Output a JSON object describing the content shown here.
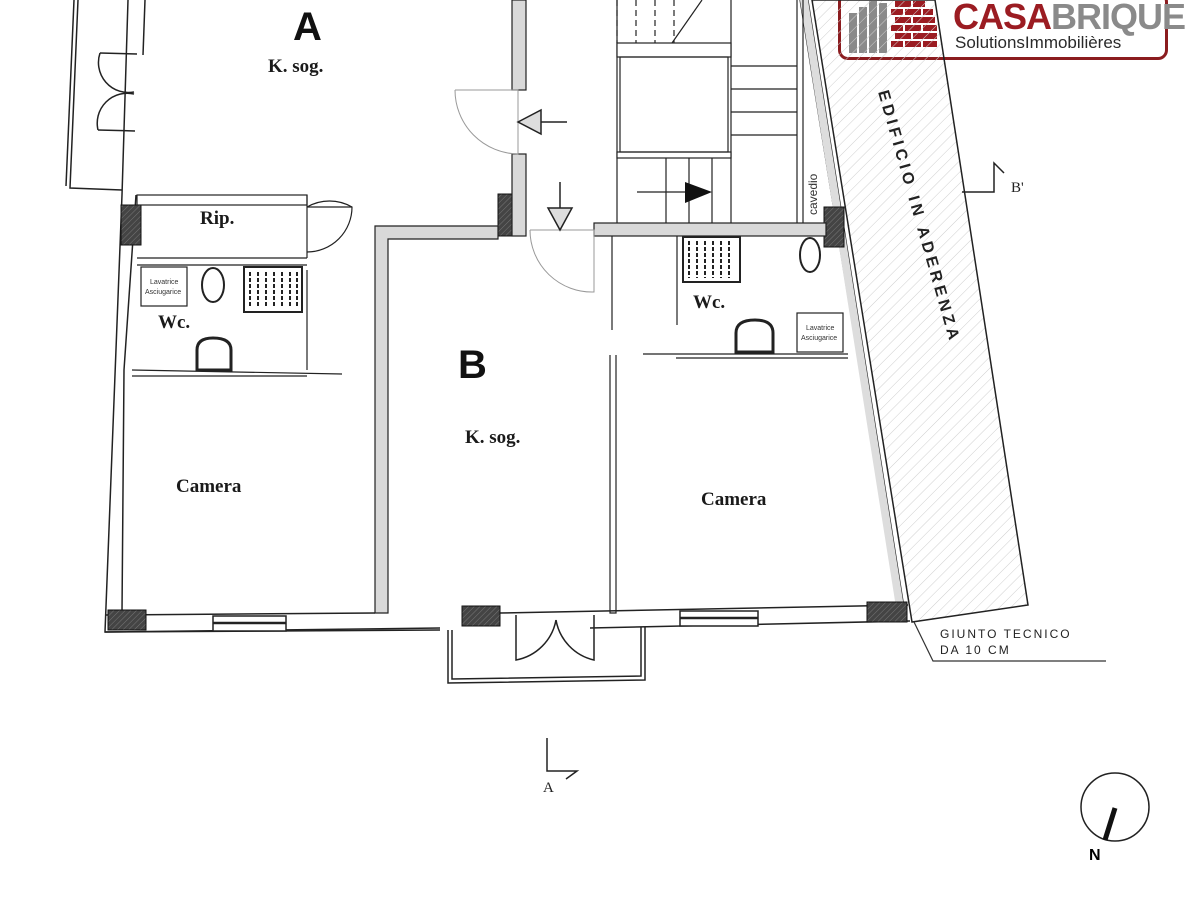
{
  "logo": {
    "brand_part1": "CASA",
    "brand_part2": "BRIQUE",
    "tagline": "SolutionsImmobilières",
    "colors": {
      "primary": "#9b1c22",
      "secondary": "#8a8a8a",
      "border": "#8b1c1f"
    }
  },
  "units": {
    "A": {
      "letter": "A",
      "living_label": "K. sog."
    },
    "B": {
      "letter": "B",
      "living_label": "K. sog."
    }
  },
  "rooms": {
    "storage": "Rip.",
    "wc_left": "Wc.",
    "wc_right": "Wc.",
    "bedroom_left": "Camera",
    "bedroom_right": "Camera",
    "shaft": "cavedio"
  },
  "appliances": {
    "left": {
      "line1": "Lavatrice",
      "line2": "Asciugarice"
    },
    "right": {
      "line1": "Lavatrice",
      "line2": "Asciugarice"
    }
  },
  "annotations": {
    "adjacent_building": "EDIFICIO IN ADERENZA",
    "joint_line1": "Giunto tecnico",
    "joint_line2": "da 10 cm",
    "section_a": "A",
    "section_b": "B'",
    "north": "N"
  },
  "colors": {
    "wall_fill": "#d9d9d9",
    "pillar_fill": "#3a3a3a",
    "line": "#222222"
  }
}
